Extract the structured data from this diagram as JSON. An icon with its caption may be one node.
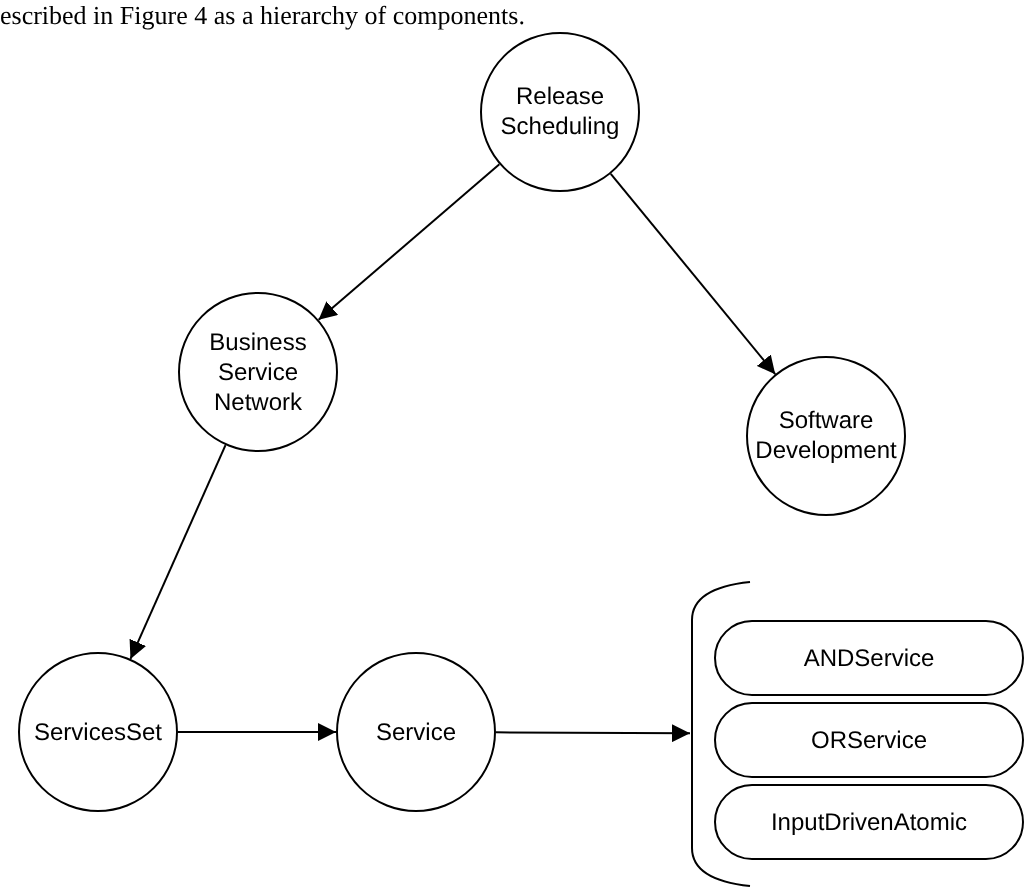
{
  "diagram": {
    "nodes": [
      {
        "text": [
          "Release Scheduling"
        ]
      },
      {
        "text": [
          "Business Service Network"
        ]
      },
      {
        "text": [
          "Software Development"
        ]
      },
      {
        "text": [
          "ServicesSet"
        ]
      },
      {
        "text": [
          "Service"
        ]
      },
      {
        "text": [],
        "shape": "bracket"
      },
      {
        "text": [
          "ANDService"
        ],
        "in": 5
      },
      {
        "text": [
          "ORService"
        ],
        "in": 5
      },
      {
        "text": [
          "InputDrivenAtomic"
        ],
        "in": 5
      }
    ],
    "edges": [
      {
        "from": 0,
        "to": 1,
        "arrow": "to"
      },
      {
        "from": 0,
        "to": 2,
        "arrow": "to"
      },
      {
        "from": 1,
        "to": 3,
        "arrow": "to"
      },
      {
        "from": 3,
        "to": 4,
        "arrow": "to"
      },
      {
        "from": 4,
        "to": 5,
        "arrow": "to"
      }
    ],
    "labels": [
      "escribed in Figure 4 as a hierarchy of components."
    ]
  }
}
